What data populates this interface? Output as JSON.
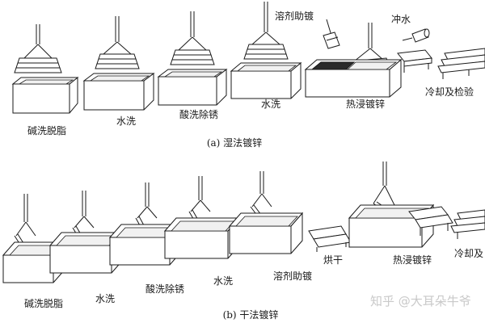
{
  "wet": {
    "caption": "(a) 湿法镀锌",
    "steps": [
      "碱洗脱脂",
      "水洗",
      "酸洗除锈",
      "水洗",
      "溶剂助镀",
      "热浸镀锌",
      "冲水",
      "冷却及检验"
    ]
  },
  "dry": {
    "caption": "(b) 干法镀锌",
    "steps": [
      "碱洗脱脂",
      "水洗",
      "酸洗除锈",
      "水洗",
      "溶剂助镀",
      "烘干",
      "热浸镀锌",
      "冷却及"
    ]
  },
  "watermark": "知乎 @大耳朵牛爷"
}
